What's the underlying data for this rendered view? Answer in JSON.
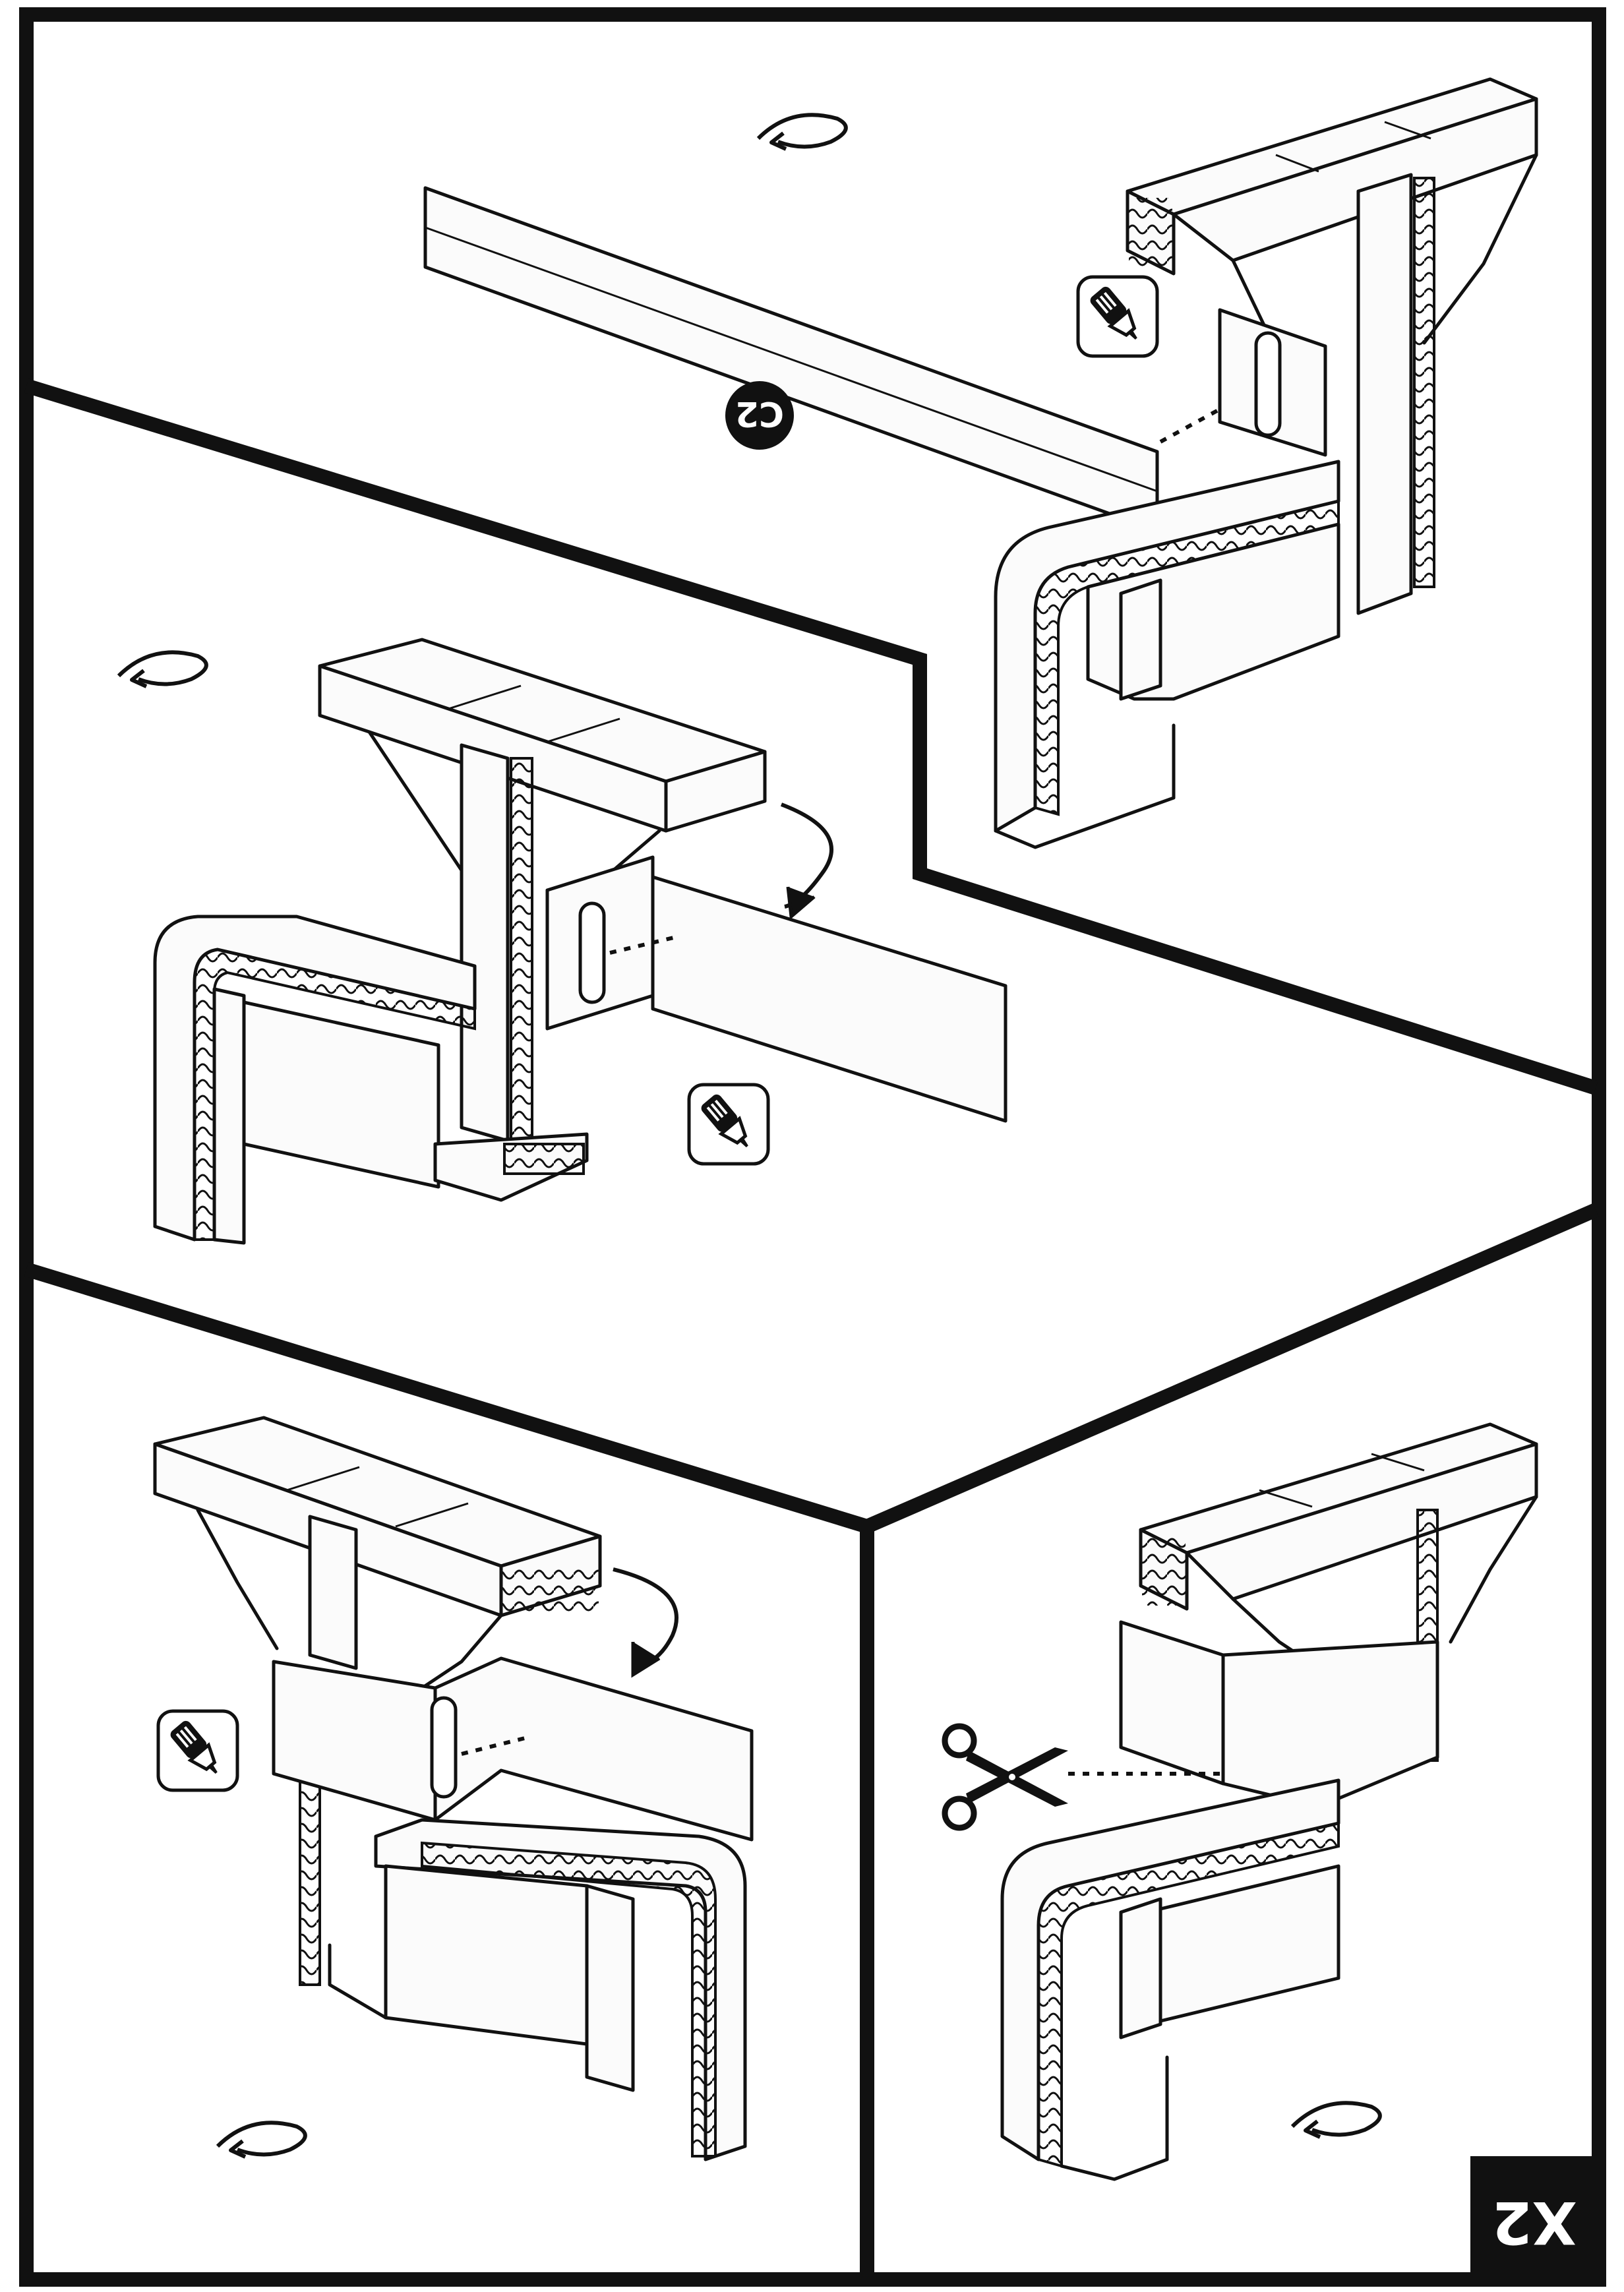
{
  "page": {
    "part_label": "C2",
    "quantity_badge": "X2"
  },
  "panels": [
    {
      "id": "panel-1",
      "icons": [
        "rotate-arrow-icon",
        "glue-icon",
        "part-label-c2"
      ]
    },
    {
      "id": "panel-2",
      "icons": [
        "rotate-arrow-icon",
        "glue-icon",
        "curved-arrow-icon"
      ]
    },
    {
      "id": "panel-3",
      "icons": [
        "glue-icon",
        "curved-arrow-icon",
        "rotate-arrow-icon"
      ]
    },
    {
      "id": "panel-4",
      "icons": [
        "scissors-icon",
        "rotate-arrow-icon"
      ]
    }
  ],
  "colors": {
    "ink": "#111111",
    "paper": "#fbfbfb",
    "badge": "#111111"
  }
}
